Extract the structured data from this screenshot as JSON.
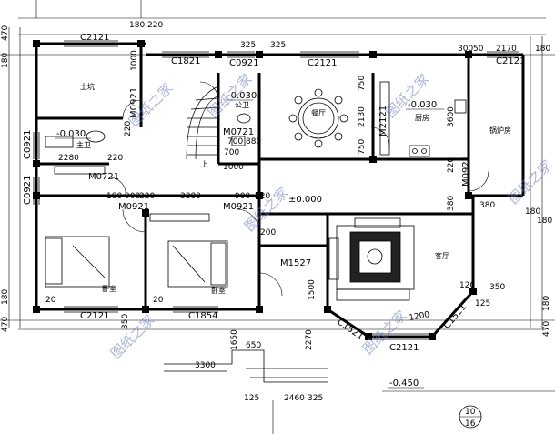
{
  "rooms": {
    "storage": "土坑",
    "master_bath": "主卫",
    "public_bath": "公卫",
    "dining": "餐厅",
    "kitchen": "厨房",
    "boiler": "锅炉房",
    "bedroom_left": "卧室",
    "bedroom_right": "卧室",
    "living": "客厅",
    "stair_up": "上"
  },
  "codes": {
    "c2121_top_left": "C2121",
    "c1821": "C1821",
    "c0921_top": "C0921",
    "c2121_top_mid": "C2121",
    "c2121_top_right": "C2121",
    "c0921_left_upper": "C0921",
    "c0921_left_lower": "C0921",
    "m0921_storage": "M0921",
    "m0721_bath": "M0721",
    "m0721_hall": "M0721",
    "m0921_bed_left": "M0921",
    "m0921_bed_right": "M0921",
    "m2121": "M2121",
    "m0921_boiler": "M0921",
    "m1527": "M1527",
    "c2121_bottom_left": "C2121",
    "c1854": "C1854",
    "c1521_left": "C1521",
    "c1521_right": "C1521",
    "c2121_bay": "C2121"
  },
  "levels": {
    "master_bath": "-0.030",
    "public_bath": "-0.030",
    "kitchen": "-0.030",
    "hall": "±0.000",
    "exterior": "-0.450"
  },
  "dims": {
    "d470_tl": "470",
    "d180_tl": "180",
    "d180_t1": "180",
    "d220_t1": "220",
    "d325_a": "325",
    "d325_b": "325",
    "d300": "300",
    "d50": "50",
    "d2170": "2170",
    "d180_tr": "180",
    "d1000": "1000",
    "d750_a": "750",
    "d750_b": "750",
    "d2130": "2130",
    "d3600": "3600",
    "d2280": "2280",
    "d220_b": "220",
    "d220_c": "220",
    "d700_a": "700",
    "d880": "880",
    "d700_b": "700",
    "d1000_b": "1000",
    "d380_a": "380",
    "d220_d": "220",
    "d180_l": "180",
    "d900_a": "900",
    "d220_e": "220",
    "d3380": "3380",
    "d900_b": "900",
    "d220_f": "220",
    "d380_b": "380",
    "d180_r1": "180",
    "d180_r2": "180",
    "d200": "200",
    "d1500": "1500",
    "d20_a": "20",
    "d20_b": "20",
    "d120": "120",
    "d350": "350",
    "d1200": "1200",
    "d125_a": "125",
    "d180_bl": "180",
    "d470_bl": "470",
    "d350_b": "350",
    "d1650": "1650",
    "d650": "650",
    "d3300": "3300",
    "d2270": "2270",
    "d2460": "2460",
    "d325_c": "325",
    "d125_b": "125",
    "d180_br": "180",
    "d470_br": "470",
    "d10": "10",
    "d16": "16"
  },
  "watermarks": {
    "w1": "图纸之家",
    "w2": "图纸之家",
    "w3": "图纸之家",
    "w4": "图纸之家",
    "w5": "图纸之家",
    "w6": "图纸之家",
    "w7": "图纸之家"
  },
  "colors": {
    "line": "#000000",
    "watermark": "#6a78b8",
    "background": "#ffffff"
  },
  "icons": [
    "dining-table-icon",
    "sofa-icon",
    "bed-icon",
    "stair-icon",
    "door-swing-icon",
    "column-icon",
    "sink-icon",
    "stove-icon"
  ]
}
